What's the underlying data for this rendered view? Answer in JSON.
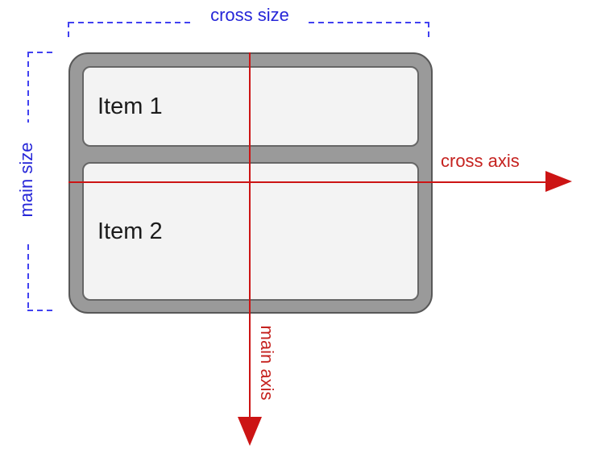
{
  "diagram": {
    "title_hint": "flexbox column axes diagram",
    "cross_size_label": "cross size",
    "main_size_label": "main size",
    "cross_axis_label": "cross axis",
    "main_axis_label": "main axis",
    "items": [
      {
        "label": "Item 1"
      },
      {
        "label": "Item 2"
      }
    ]
  },
  "colors": {
    "blue_text": "#2626d8",
    "blue_dash": "#4141f0",
    "red_text": "#c5221f",
    "red_line": "#cc1414",
    "container_gray": "#9a9a9a",
    "container_border": "#585858",
    "item_bg": "#f3f3f3",
    "item_border": "#666666",
    "text_dark": "#1c1c1c",
    "canvas_bg": "#ffffff"
  }
}
